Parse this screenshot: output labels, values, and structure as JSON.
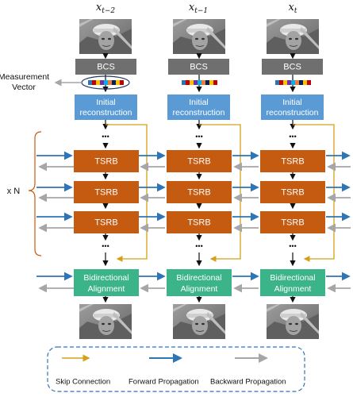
{
  "columns": [
    {
      "title": "x",
      "sub": "t−2"
    },
    {
      "title": "x",
      "sub": "t−1"
    },
    {
      "title": "x",
      "sub": "t"
    }
  ],
  "blocks": {
    "bcs": "BCS",
    "initial_line1": "Initial",
    "initial_line2": "reconstruction",
    "tsrb": "TSRB",
    "align_line1": "Bidirectional",
    "align_line2": "Alignment",
    "ellipsis": "•••"
  },
  "side_labels": {
    "measurement_line1": "Measurement",
    "measurement_line2": "Vector",
    "repeat": "x N"
  },
  "legend": {
    "skip": "Skip Connection",
    "forward": "Forward Propagation",
    "backward": "Backward Propagation"
  },
  "colors": {
    "bcs": "#6f6f6f",
    "initial": "#5b9bd5",
    "tsrb": "#c55a11",
    "align": "#3cb48a",
    "skip": "#d4a017",
    "forward": "#2e75b6",
    "backward": "#a6a6a6"
  }
}
